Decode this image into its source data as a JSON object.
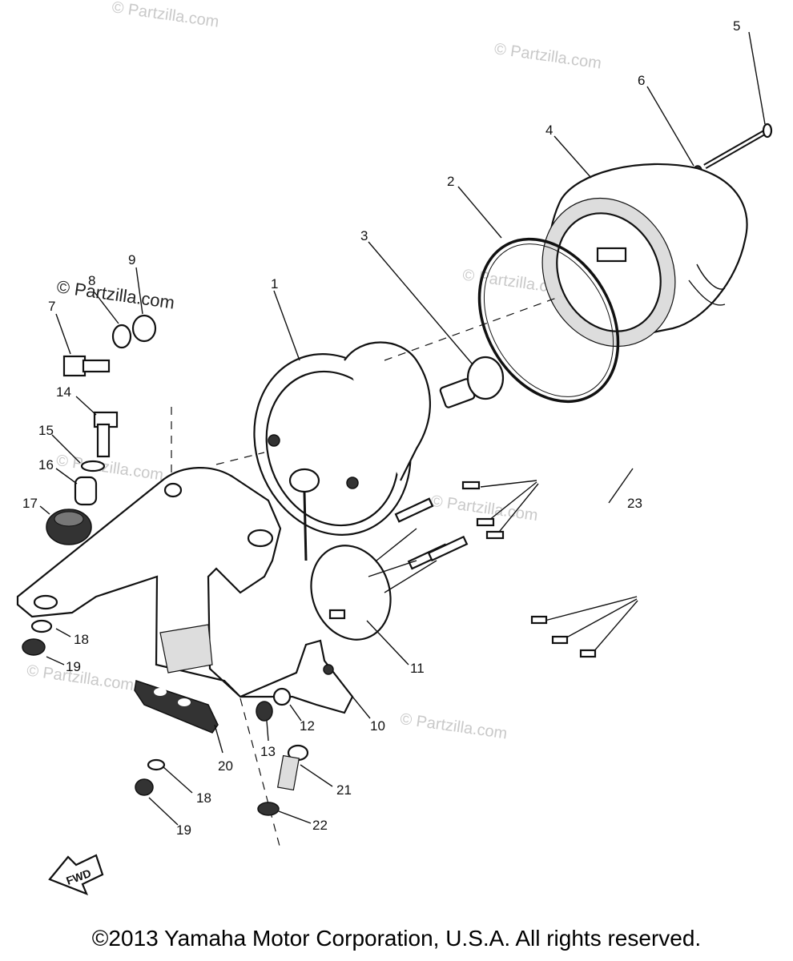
{
  "labels": {
    "p1": "1",
    "p2": "2",
    "p3": "3",
    "p4": "4",
    "p5": "5",
    "p6": "6",
    "p7": "7",
    "p8": "8",
    "p9": "9",
    "p10": "10",
    "p11": "11",
    "p12": "12",
    "p13": "13",
    "p14": "14",
    "p15": "15",
    "p16": "16",
    "p17": "17",
    "p18a": "18",
    "p18b": "18",
    "p19a": "19",
    "p19b": "19",
    "p20": "20",
    "p21": "21",
    "p22": "22",
    "p23": "23"
  },
  "watermark": "© Partzilla.com",
  "fwd_label": "FWD",
  "copyright": "©2013 Yamaha Motor Corporation, U.S.A. All rights reserved."
}
